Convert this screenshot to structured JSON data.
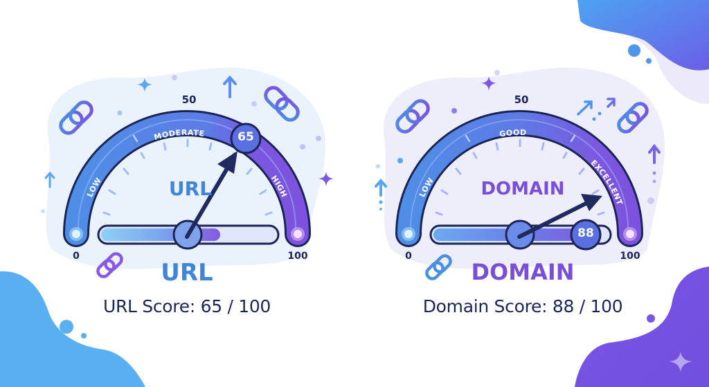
{
  "colors": {
    "blue": "#4a90e2",
    "purple": "#7b4fe0",
    "navy": "#1b2456",
    "blob_blue": "#5aaef2",
    "blob_purple": "#7a55e4",
    "panel_bg": "#eaf2fc"
  },
  "gauges": [
    {
      "id": "url",
      "center_label": "URL",
      "bottom_label": "URL",
      "score_text": "URL Score: 65 / 100",
      "value": 65,
      "value_badge": "65",
      "min_label": "0",
      "mid_label": "50",
      "max_label": "100",
      "zones": [
        "LOW",
        "MODERATE",
        "HIGH"
      ],
      "label_color": "#3f86d8"
    },
    {
      "id": "domain",
      "center_label": "DOMAIN",
      "bottom_label": "DOMAIN",
      "score_text": "Domain Score: 88 / 100",
      "value": 88,
      "value_badge": "88",
      "min_label": "0",
      "mid_label": "50",
      "max_label": "100",
      "zones": [
        "LOW",
        "GOOD",
        "EXCELLENT"
      ],
      "label_color": "#7a4fd8"
    }
  ],
  "icons": [
    "link-icon",
    "sparkle-icon",
    "arrow-up-icon",
    "arrow-up-right-icon"
  ]
}
